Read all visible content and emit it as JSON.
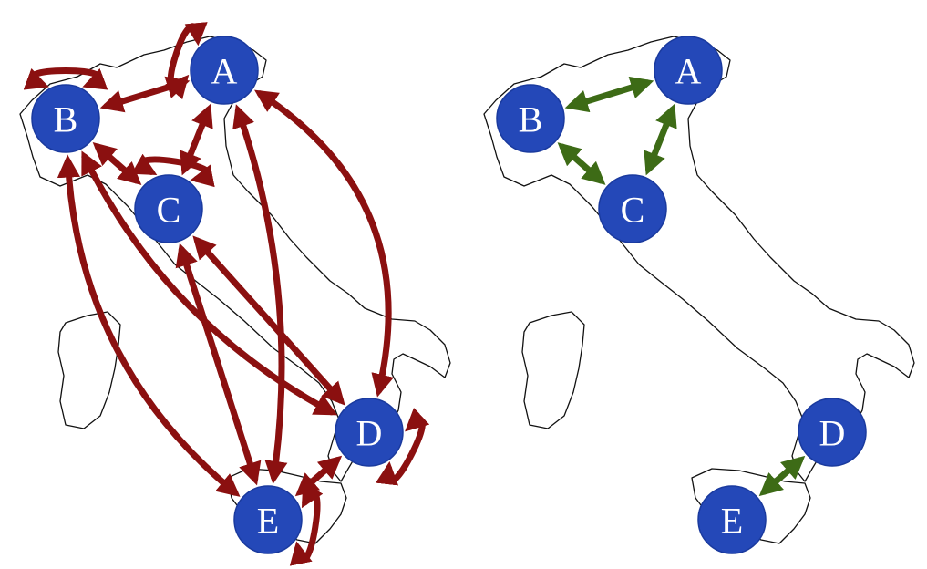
{
  "colors": {
    "node_fill": "#2448b8",
    "node_text": "#ffffff",
    "complete_graph_edges": "#8b1010",
    "sparse_graph_edges": "#3d6b16",
    "map_outline": "#111111"
  },
  "nodes": [
    "A",
    "B",
    "C",
    "D",
    "E"
  ],
  "panels": [
    {
      "name": "complete-graph",
      "edge_color_key": "complete_graph_edges",
      "edges": [
        [
          "A",
          "B"
        ],
        [
          "A",
          "C"
        ],
        [
          "A",
          "D"
        ],
        [
          "A",
          "E"
        ],
        [
          "B",
          "C"
        ],
        [
          "B",
          "D"
        ],
        [
          "B",
          "E"
        ],
        [
          "C",
          "D"
        ],
        [
          "C",
          "E"
        ],
        [
          "D",
          "E"
        ]
      ],
      "self_loops": [
        "A",
        "B",
        "C",
        "D",
        "E"
      ]
    },
    {
      "name": "sparse-graph",
      "edge_color_key": "sparse_graph_edges",
      "edges": [
        [
          "A",
          "B"
        ],
        [
          "A",
          "C"
        ],
        [
          "B",
          "C"
        ],
        [
          "D",
          "E"
        ]
      ],
      "self_loops": []
    }
  ]
}
